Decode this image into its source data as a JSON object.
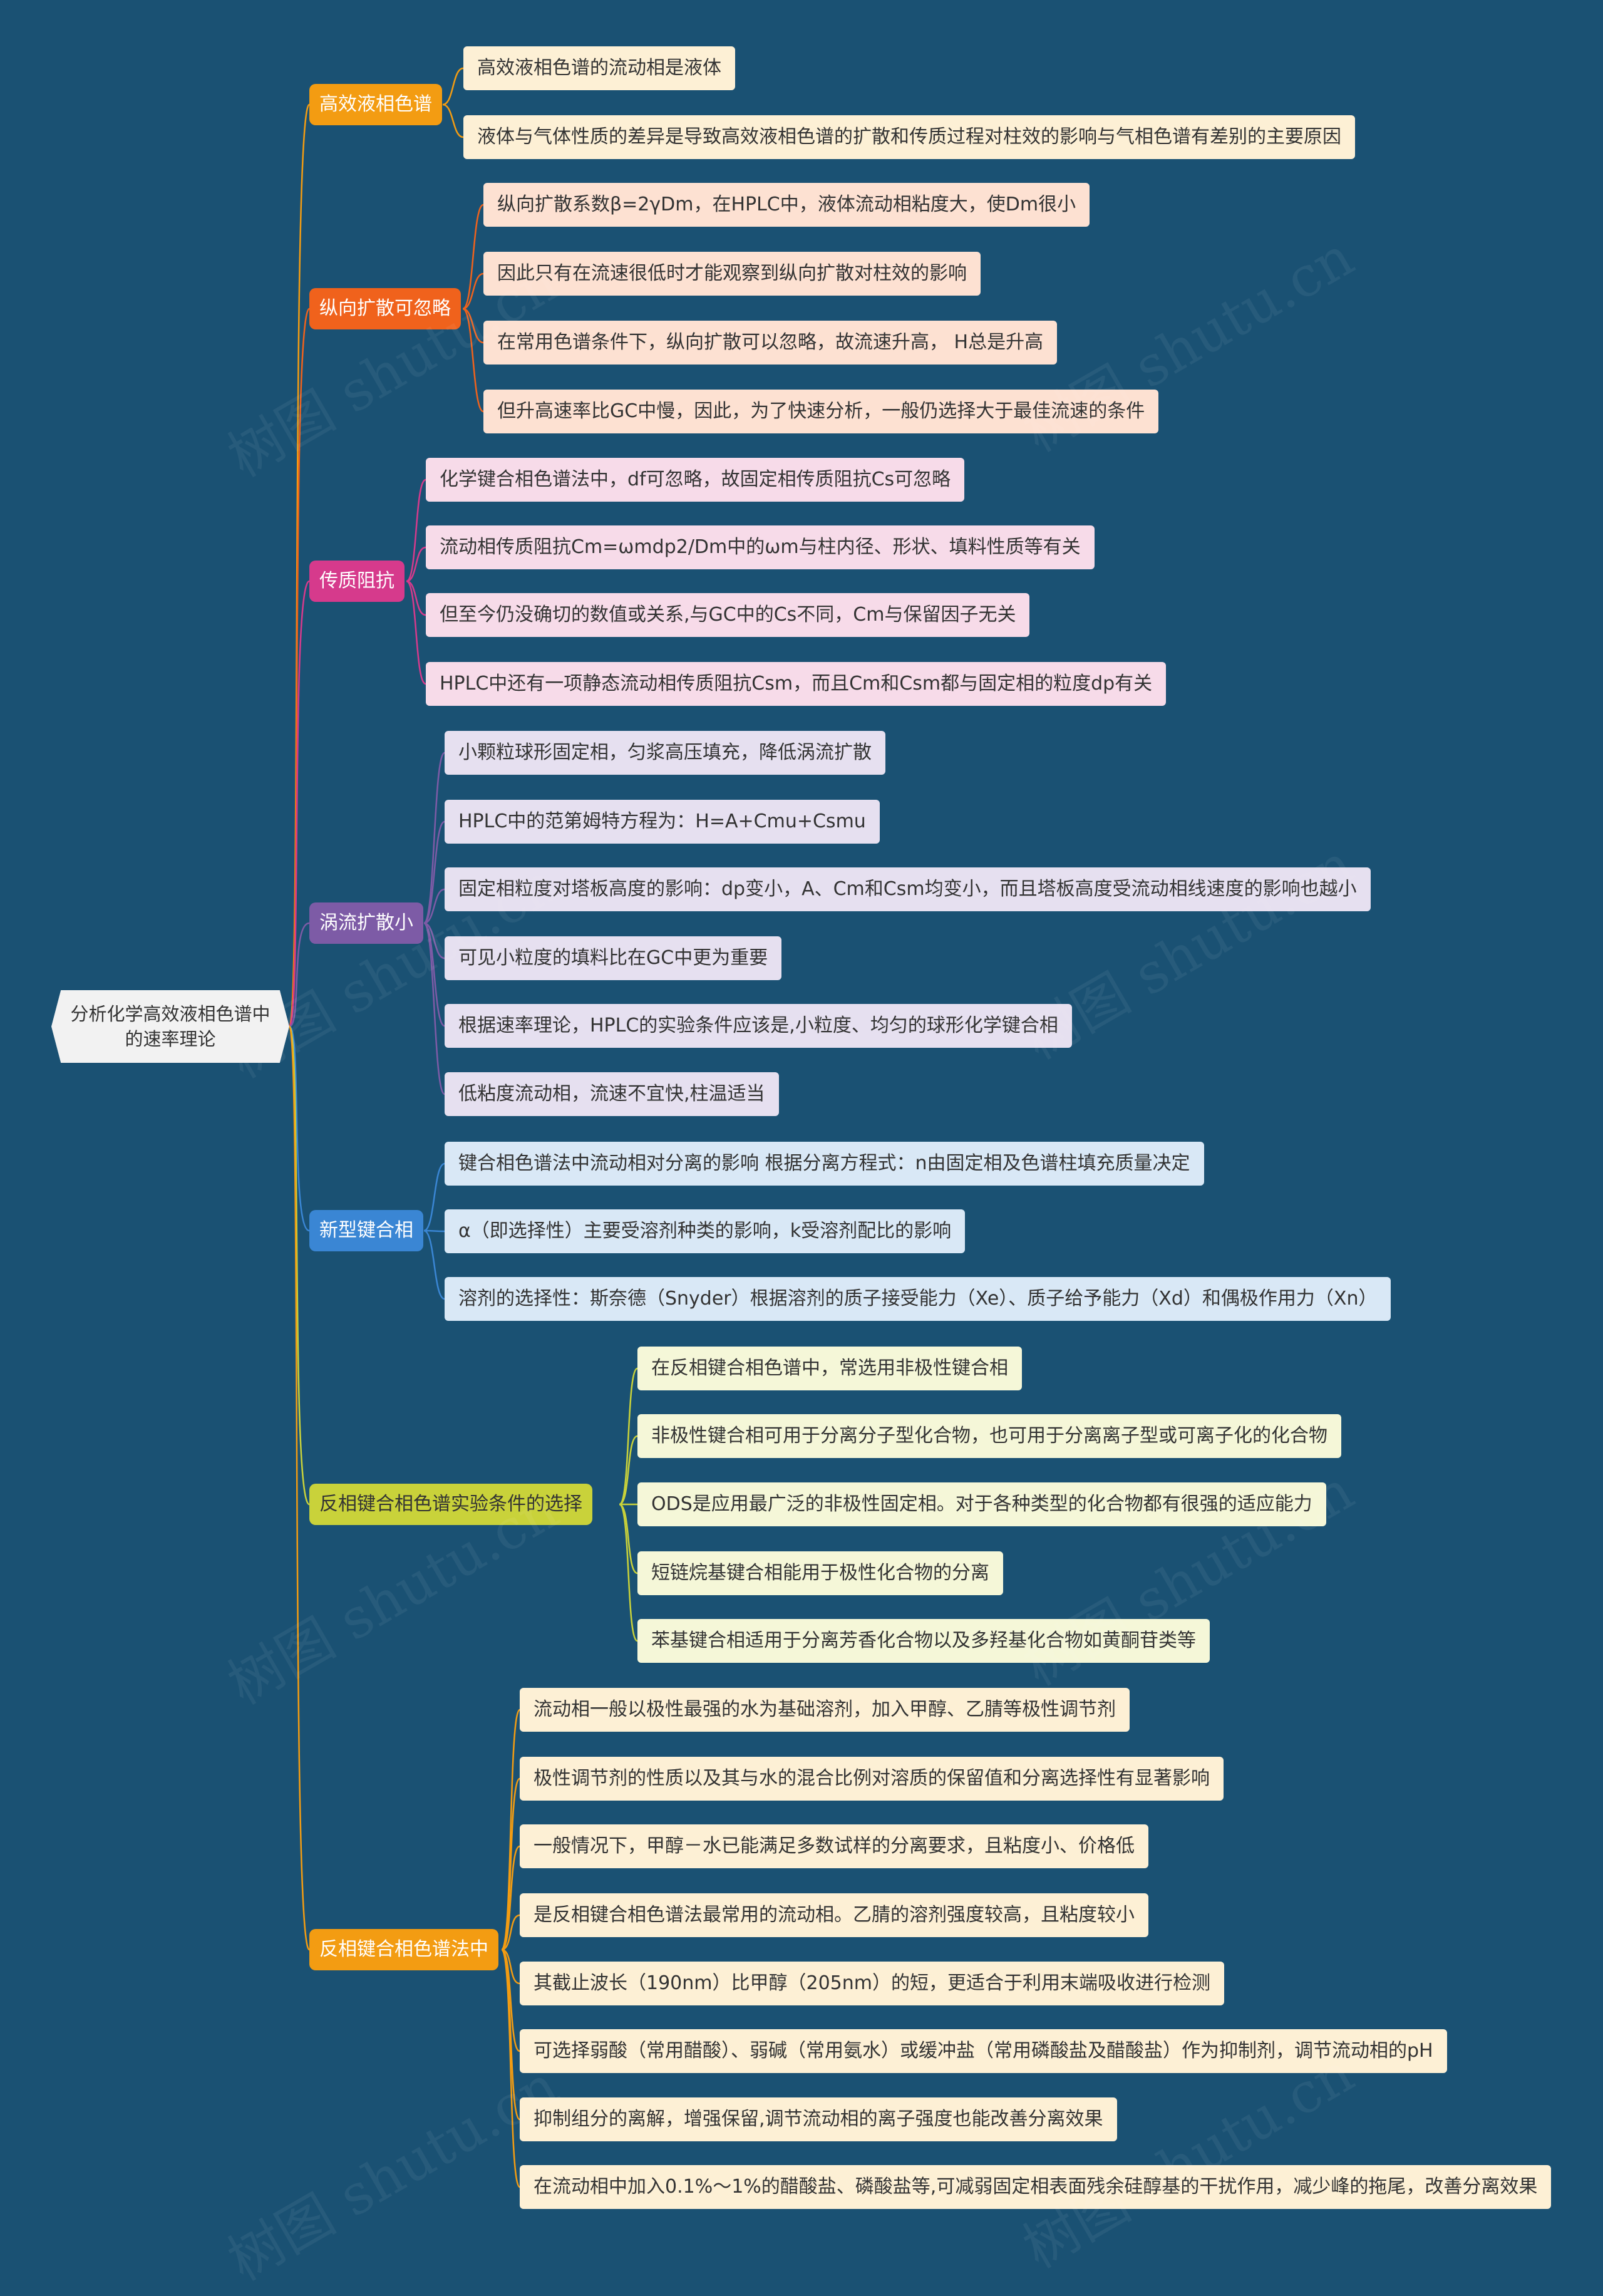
{
  "root": {
    "label_line1": "分析化学高效液相色谱中",
    "label_line2": "的速率理论"
  },
  "branches": [
    {
      "id": "b1",
      "label": "高效液相色谱",
      "color": "#f39c12",
      "leaf_bg": "#fdf0d5",
      "leaves": [
        "高效液相色谱的流动相是液体",
        "液体与气体性质的差异是导致高效液相色谱的扩散和传质过程对柱效的影响与气相色谱有差别的主要原因"
      ]
    },
    {
      "id": "b2",
      "label": "纵向扩散可忽略",
      "color": "#f0621c",
      "leaf_bg": "#fde1d2",
      "leaves": [
        "纵向扩散系数β=2γDm，在HPLC中，液体流动相粘度大，使Dm很小",
        "因此只有在流速很低时才能观察到纵向扩散对柱效的影响",
        "在常用色谱条件下，纵向扩散可以忽略，故流速升高， H总是升高",
        "但升高速率比GC中慢，因此，为了快速分析，一般仍选择大于最佳流速的条件"
      ]
    },
    {
      "id": "b3",
      "label": "传质阻抗",
      "color": "#d63a8c",
      "leaf_bg": "#f7dbe9",
      "leaves": [
        "化学键合相色谱法中，df可忽略，故固定相传质阻抗Cs可忽略",
        "流动相传质阻抗Cm=ωmdp2/Dm中的ωm与柱内径、形状、填料性质等有关",
        "但至今仍没确切的数值或关系,与GC中的Cs不同，Cm与保留因子无关",
        "HPLC中还有一项静态流动相传质阻抗Csm，而且Cm和Csm都与固定相的粒度dp有关"
      ]
    },
    {
      "id": "b4",
      "label": "涡流扩散小",
      "color": "#7d5ba6",
      "leaf_bg": "#e6e0f0",
      "leaves": [
        "小颗粒球形固定相，匀浆高压填充，降低涡流扩散",
        "HPLC中的范第姆特方程为：H=A+Cmu+Csmu",
        "固定相粒度对塔板高度的影响：dp变小，A、Cm和Csm均变小，而且塔板高度受流动相线速度的影响也越小",
        "可见小粒度的填料比在GC中更为重要",
        "根据速率理论，HPLC的实验条件应该是,小粒度、均匀的球形化学键合相",
        "低粘度流动相，流速不宜快,柱温适当"
      ]
    },
    {
      "id": "b5",
      "label": "新型键合相",
      "color": "#3a86d4",
      "leaf_bg": "#d9e8f6",
      "leaves": [
        "键合相色谱法中流动相对分离的影响 根据分离方程式：n由固定相及色谱柱填充质量决定",
        "α（即选择性）主要受溶剂种类的影响，k受溶剂配比的影响",
        "溶剂的选择性：斯奈德（Snyder）根据溶剂的质子接受能力（Xe）、质子给予能力（Xd）和偶极作用力（Xn）"
      ]
    },
    {
      "id": "b6",
      "label": "反相键合相色谱实验条件的选择",
      "color": "#c9d23a",
      "leaf_bg": "#f5f7d8",
      "text_color": "#333333",
      "leaves": [
        "在反相键合相色谱中，常选用非极性键合相",
        "非极性键合相可用于分离分子型化合物，也可用于分离离子型或可离子化的化合物",
        "ODS是应用最广泛的非极性固定相。对于各种类型的化合物都有很强的适应能力",
        "短链烷基键合相能用于极性化合物的分离",
        "苯基键合相适用于分离芳香化合物以及多羟基化合物如黄酮苷类等"
      ]
    },
    {
      "id": "b7",
      "label": "反相键合相色谱法中",
      "color": "#f39c12",
      "leaf_bg": "#fdf0d5",
      "leaves": [
        "流动相一般以极性最强的水为基础溶剂，加入甲醇、乙腈等极性调节剂",
        "极性调节剂的性质以及其与水的混合比例对溶质的保留值和分离选择性有显著影响",
        "一般情况下，甲醇－水已能满足多数试样的分离要求，且粘度小、价格低",
        "是反相键合相色谱法最常用的流动相。乙腈的溶剂强度较高，且粘度较小",
        "其截止波长（190nm）比甲醇（205nm）的短，更适合于利用末端吸收进行检测",
        "可选择弱酸（常用醋酸）、弱碱（常用氨水）或缓冲盐（常用磷酸盐及醋酸盐）作为抑制剂，调节流动相的pH",
        "抑制组分的离解，增强保留,调节流动相的离子强度也能改善分离效果",
        "在流动相中加入0.1%～1%的醋酸盐、磷酸盐等,可减弱固定相表面残余硅醇基的干扰作用，减少峰的拖尾，改善分离效果"
      ]
    }
  ],
  "watermark": "树图 shutu.cn"
}
